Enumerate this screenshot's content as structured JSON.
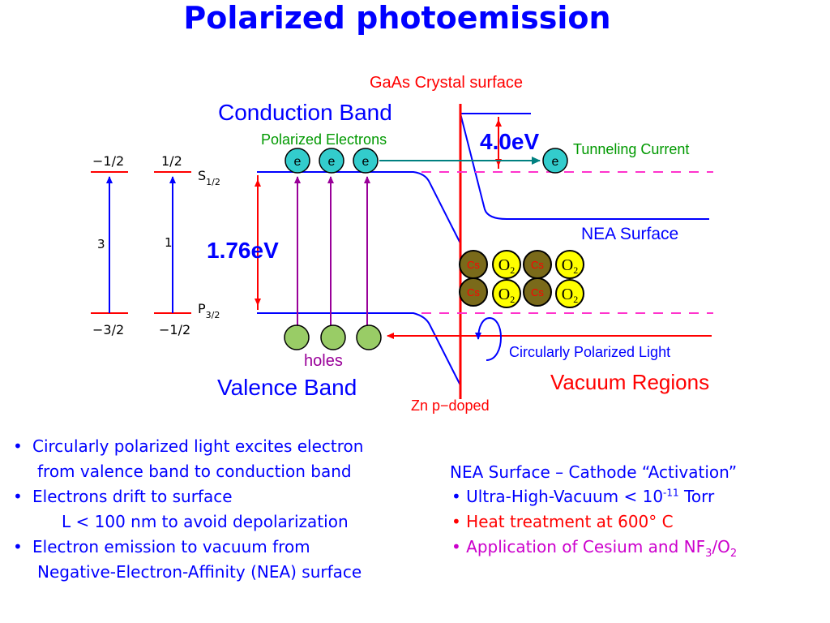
{
  "title": "Polarized photoemission",
  "diagram": {
    "gaas_label": "GaAs Crystal surface",
    "conduction_band": "Conduction Band",
    "valence_band": "Valence Band",
    "polarized_electrons": "Polarized Electrons",
    "tunneling_current": "Tunneling Current",
    "nea_surface": "NEA Surface",
    "circular_light": "Circularly Polarized Light",
    "vacuum_regions": "Vacuum Regions",
    "zn_doped": "Zn p−doped",
    "holes": "holes",
    "ev_4": "4.0eV",
    "ev_176": "1.76eV",
    "electron": "e",
    "cs": "Cs",
    "o2_main": "O",
    "o2_sub": "2",
    "levels": {
      "top_left": "−1/2",
      "top_right": "1/2",
      "bottom_left": "−3/2",
      "bottom_right": "−1/2",
      "num_left": "3",
      "num_right": "1",
      "s_main": "S",
      "s_sub": "1/2",
      "p_main": "P",
      "p_sub": "3/2"
    }
  },
  "left_bullets": {
    "b1_line1": "Circularly polarized light excites electron",
    "b1_line2": "from valence band to conduction band",
    "b2_line1": "Electrons drift to surface",
    "b2_line2": "L < 100 nm to avoid depolarization",
    "b3_line1": "Electron emission to vacuum from",
    "b3_line2": "Negative-Electron-Affinity (NEA) surface"
  },
  "right_bullets": {
    "header": "NEA Surface –  Cathode “Activation”",
    "r1_pre": "Ultra-High-Vacuum < 10",
    "r1_sup": "-11",
    "r1_post": " Torr",
    "r2": "Heat treatment at 600° C",
    "r3_pre": "Application of Cesium and NF",
    "r3_sub1": "3",
    "r3_mid": "/O",
    "r3_sub2": "2"
  },
  "colors": {
    "title": "#0000ff",
    "band": "#0000ff",
    "surface": "#ff0000",
    "electron_fill": "#33cccc",
    "hole_fill": "#99cc66",
    "excite_arrow": "#990099",
    "cs_fill": "#7a6a1a",
    "o2_fill": "#ffff00",
    "dashed": "#ff33cc",
    "green_text": "#009900"
  }
}
